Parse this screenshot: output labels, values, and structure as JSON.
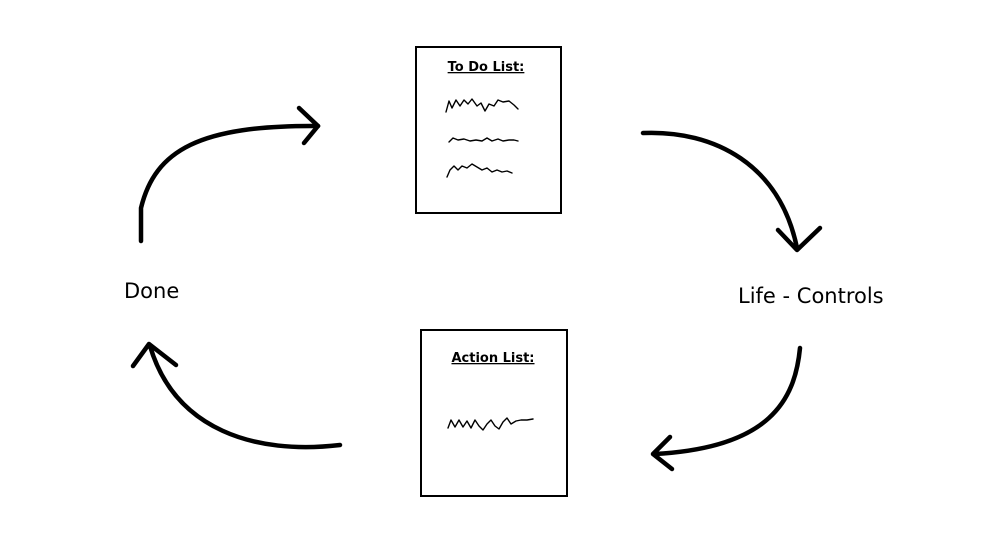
{
  "diagram": {
    "type": "cycle",
    "nodes": {
      "todo": {
        "title": "To Do List:",
        "scribble_lines": 3
      },
      "life_controls": {
        "label": "Life - Controls"
      },
      "action": {
        "title": "Action List:",
        "scribble_lines": 1
      },
      "done": {
        "label": "Done"
      }
    },
    "edges": [
      {
        "from": "todo",
        "to": "life_controls"
      },
      {
        "from": "life_controls",
        "to": "action"
      },
      {
        "from": "action",
        "to": "done"
      },
      {
        "from": "done",
        "to": "todo"
      }
    ],
    "colors": {
      "ink": "#000000",
      "background": "#ffffff"
    }
  }
}
